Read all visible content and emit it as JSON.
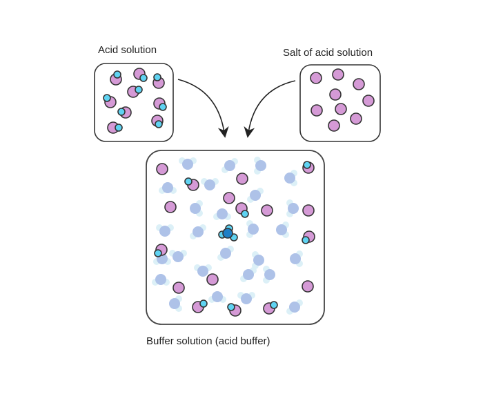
{
  "labels": {
    "acid_solution": "Acid solution",
    "salt_solution": "Salt of acid solution",
    "buffer_solution": "Buffer solution (acid buffer)"
  },
  "colors": {
    "anion": "#d59ad6",
    "proton": "#5fd3f2",
    "water_oxygen": "#aec2e8",
    "water_hydrogen": "#dcf0f7",
    "hydronium": "#1f7fc6",
    "outline": "#333333"
  }
}
